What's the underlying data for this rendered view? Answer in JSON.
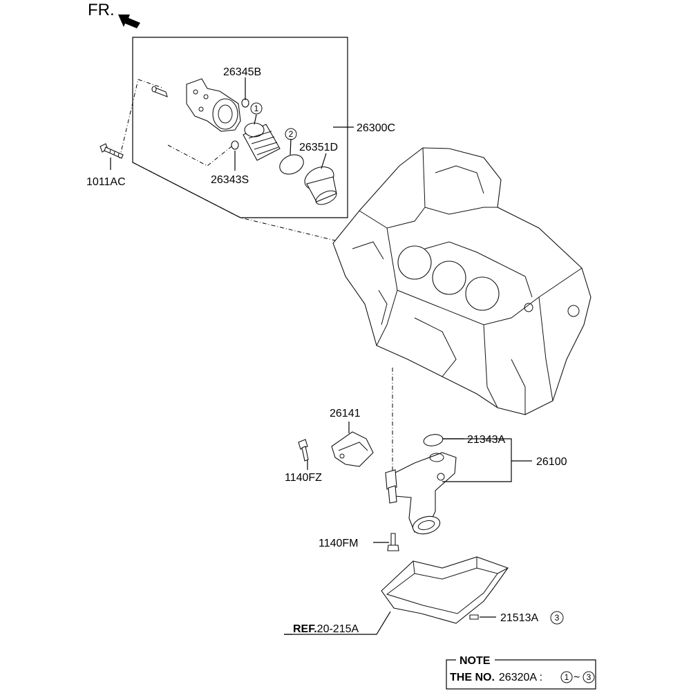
{
  "front_marker": "FR.",
  "callouts": {
    "p26345b": "26345B",
    "p26300c": "26300C",
    "p26351d": "26351D",
    "p1011ac": "1011AC",
    "p26343s": "26343S",
    "p26141": "26141",
    "p21343a": "21343A",
    "p26100": "26100",
    "p1140fz": "1140FZ",
    "p1140fm": "1140FM",
    "p21513a": "21513A",
    "ref_prefix": "REF.",
    "ref_value": "20-215A"
  },
  "circle_marks": {
    "c1": "1",
    "c2": "2",
    "c3": "3"
  },
  "note": {
    "title": "NOTE",
    "prefix": "THE NO.",
    "part": "26320A :",
    "from": "1",
    "sep": "~",
    "to": "3"
  }
}
